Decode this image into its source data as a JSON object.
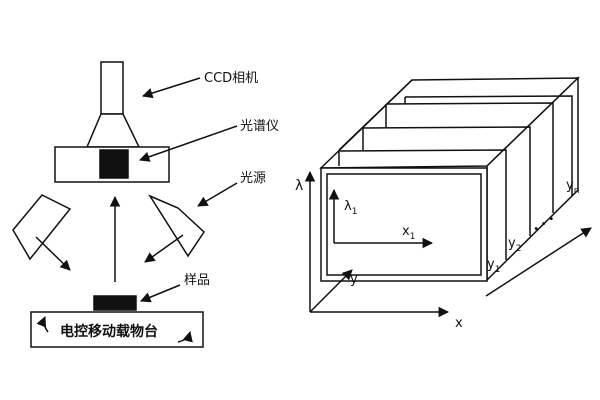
{
  "left_panel": {
    "camera_label": "CCD相机",
    "spectrometer_label": "光谱仪",
    "light_source_label": "光源",
    "sample_label": "样品",
    "stage_label": "电控移动载物台"
  },
  "right_panel": {
    "lambda_axis_label": "λ",
    "inner_lambda_label": "λ",
    "inner_lambda_sub": "1",
    "inner_x_label": "x",
    "inner_x_sub": "1",
    "y_axis_label": "y",
    "x_axis_label": "x",
    "y1_label": "y",
    "y1_sub": "1",
    "y2_label": "y",
    "y2_sub": "2",
    "yn_label": "y",
    "yn_sub": "n",
    "ellipsis_dots": "•  •  •"
  }
}
